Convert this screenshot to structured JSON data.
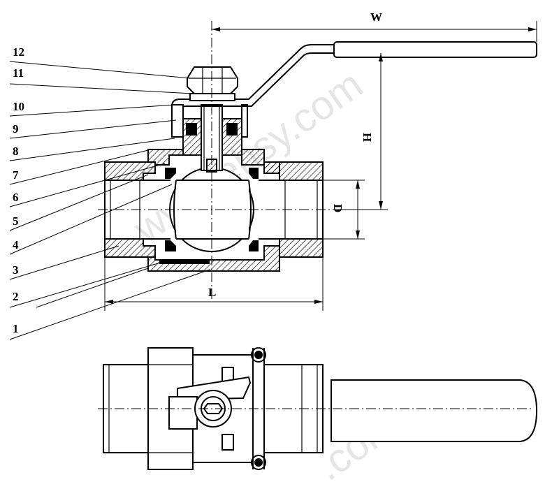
{
  "part_numbers": [
    "12",
    "11",
    "10",
    "9",
    "8",
    "7",
    "6",
    "5",
    "4",
    "3",
    "2",
    "1"
  ],
  "dimensions": {
    "w": "W",
    "h": "H",
    "d": "D",
    "l": "L"
  },
  "watermark": {
    "upper": "www.ehsy.com",
    "lower": ".com"
  }
}
